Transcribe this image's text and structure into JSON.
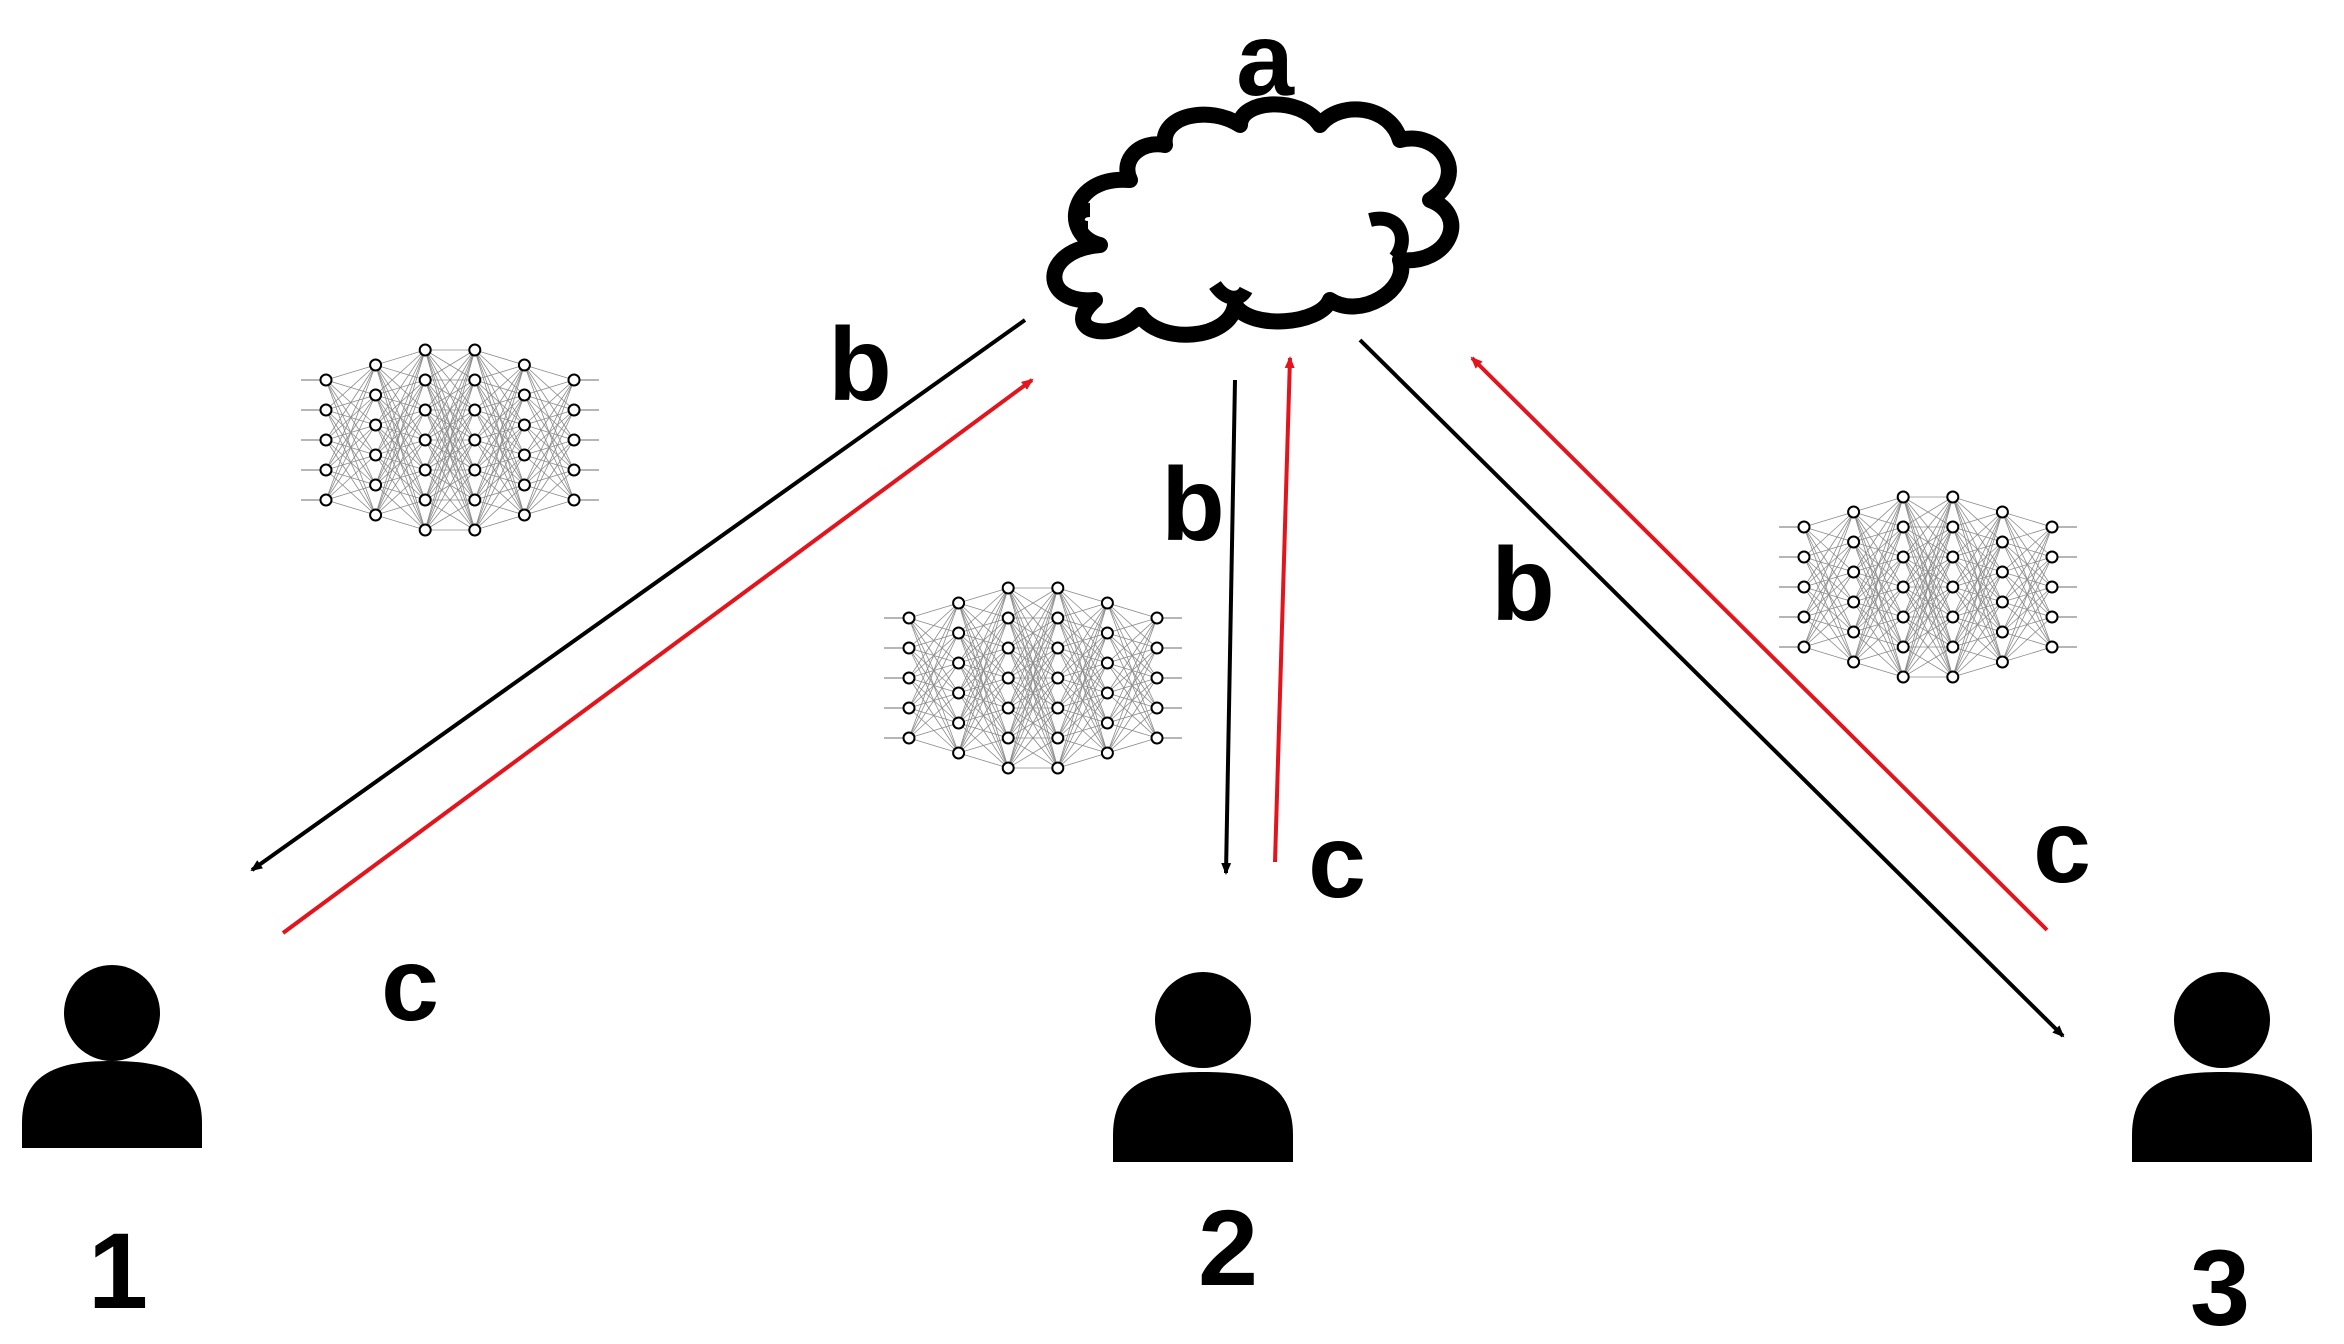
{
  "labels": {
    "server": "a",
    "broadcast": "b",
    "upload": "c"
  },
  "clients": [
    {
      "id": "1"
    },
    {
      "id": "2"
    },
    {
      "id": "3"
    }
  ],
  "colors": {
    "broadcast_arrow": "#000000",
    "upload_arrow": "#e3141b",
    "icon": "#000000",
    "network_line": "#8a8a8a",
    "network_node_fill": "#ffffff",
    "network_node_stroke": "#000000"
  },
  "icons": {
    "server": "cloud-icon",
    "client": "person-icon",
    "model": "neural-network-icon"
  },
  "network": {
    "layers": [
      5,
      6,
      7,
      7,
      6,
      5
    ]
  }
}
